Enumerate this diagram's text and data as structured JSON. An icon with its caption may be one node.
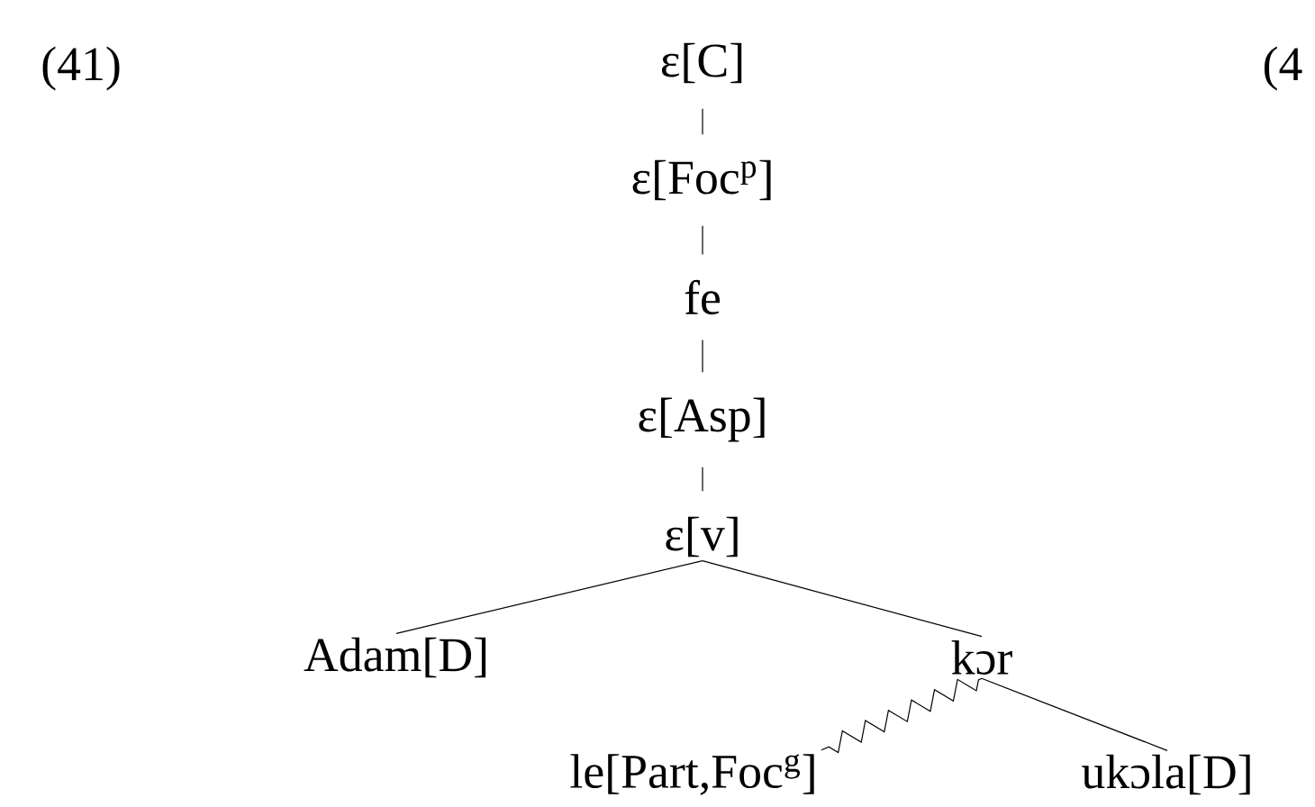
{
  "diagram": {
    "nodes": [
      {
        "text": [
          "ε[C]"
        ]
      },
      {
        "text": [
          "ε[Foc$^{p}$]"
        ]
      },
      {
        "text": [
          "fe"
        ]
      },
      {
        "text": [
          "ε[Asp]"
        ]
      },
      {
        "text": [
          "ε[v]"
        ]
      },
      {
        "text": [
          "Adam[D]"
        ]
      },
      {
        "text": [
          "kɔr"
        ]
      },
      {
        "text": [
          "le[Part,Foc$^{g}$]"
        ]
      },
      {
        "text": [
          "ukɔla[D]"
        ]
      }
    ],
    "edges": [
      {
        "from": 0,
        "to": 1,
        "arrow": "none"
      },
      {
        "from": 1,
        "to": 2,
        "arrow": "none"
      },
      {
        "from": 2,
        "to": 3,
        "arrow": "none"
      },
      {
        "from": 3,
        "to": 4,
        "arrow": "none"
      },
      {
        "from": 4,
        "to": 5,
        "arrow": "none"
      },
      {
        "from": 4,
        "to": 6,
        "arrow": "none"
      },
      {
        "from": 6,
        "to": 7,
        "arrow": "none"
      },
      {
        "from": 6,
        "to": 8,
        "arrow": "none"
      }
    ],
    "labels": [
      "(41)",
      "(4"
    ]
  }
}
